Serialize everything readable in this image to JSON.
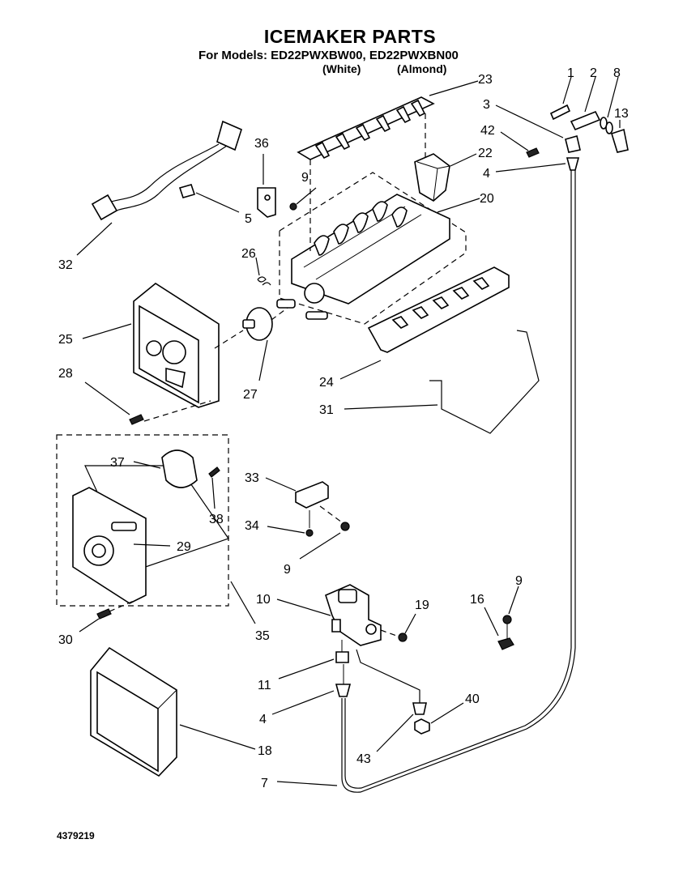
{
  "header": {
    "title": "ICEMAKER PARTS",
    "models": "For Models: ED22PWXBW00, ED22PWXBN00",
    "variant_white": "(White)",
    "variant_almond": "(Almond)"
  },
  "footer": {
    "doc_number": "4379219"
  },
  "callouts": [
    "1",
    "2",
    "8",
    "3",
    "13",
    "42",
    "4",
    "23",
    "22",
    "20",
    "36",
    "9",
    "5",
    "32",
    "26",
    "25",
    "27",
    "28",
    "24",
    "31",
    "37",
    "38",
    "33",
    "34",
    "9",
    "29",
    "30",
    "35",
    "10",
    "19",
    "16",
    "9",
    "11",
    "4",
    "40",
    "43",
    "18",
    "7"
  ]
}
